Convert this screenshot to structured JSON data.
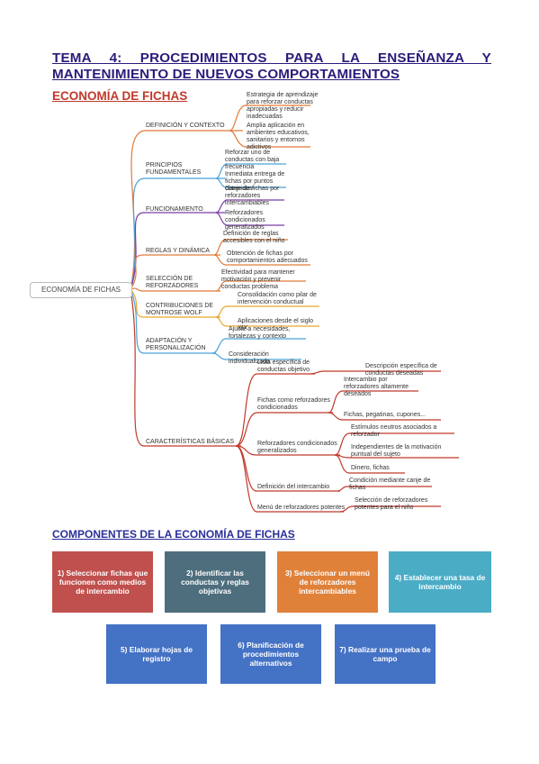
{
  "title": {
    "line1": "TEMA 4: PROCEDIMIENTOS PARA LA ENSEÑANZA Y",
    "line2": "MANTENIMIENTO DE NUEVOS COMPORTAMIENTOS"
  },
  "section1_title": "ECONOMÍA DE FICHAS",
  "section2_title": "COMPONENTES DE LA ECONOMÍA DE FICHAS",
  "mindmap": {
    "root": "ECONOMÍA DE FICHAS",
    "branches": [
      {
        "label": "DEFINICIÓN Y CONTEXTO",
        "color": "#e07b39",
        "leaves": [
          "Estrategia de aprendizaje para reforzar conductas apropiadas y reducir inadecuadas",
          "Amplia aplicación en ambientes educativos, sanitarios y entornos adictivos"
        ]
      },
      {
        "label": "PRINCIPIOS FUNDAMENTALES",
        "color": "#4aa3d8",
        "leaves": [
          "Reforzar uno de conductas con baja frecuencia",
          "Inmediata entrega de fichas por puntos obtenidos"
        ]
      },
      {
        "label": "FUNCIONAMIENTO",
        "color": "#7b3fa8",
        "leaves": [
          "Canje de fichas por reforzadores intercambiables",
          "Reforzadores condicionados generalizados"
        ]
      },
      {
        "label": "REGLAS Y DINÁMICA",
        "color": "#e07b39",
        "leaves": [
          "Definición de reglas accesibles con el niño",
          "Obtención de fichas por comportamientos adecuados"
        ]
      },
      {
        "label": "SELECCIÓN DE REFORZADORES",
        "color": "#e07b39",
        "leaves": [
          "Efectividad para mantener motivación y prevenir conductas problema"
        ]
      },
      {
        "label": "CONTRIBUCIONES DE MONTROSE WOLF",
        "color": "#e8a62a",
        "leaves": [
          "Consolidación como pilar de intervención conductual",
          "Aplicaciones desde el siglo XIX"
        ]
      },
      {
        "label": "ADAPTACIÓN Y PERSONALIZACIÓN",
        "color": "#4aa3d8",
        "leaves": [
          "Ajuste a necesidades, fortalezas y contexto",
          "Consideración individualizada"
        ]
      },
      {
        "label": "CARACTERÍSTICAS BÁSICAS",
        "color": "#c0392b",
        "subs": [
          {
            "label": "Lista específica de conductas objetivo",
            "leaves": [
              "Descripción específica de conductas deseadas"
            ]
          },
          {
            "label": "Fichas como reforzadores condicionados",
            "leaves": [
              "Intercambio por reforzadores altamente deseados",
              "Fichas, pegatinas, cupones..."
            ]
          },
          {
            "label": "Reforzadores condicionados generalizados",
            "leaves": [
              "Estímulos neutros asociados a reforzador",
              "Independientes de la motivación puntual del sujeto",
              "Dinero, fichas"
            ]
          },
          {
            "label": "Definición del intercambio",
            "leaves": [
              "Condición mediante canje de fichas"
            ]
          },
          {
            "label": "Menú de reforzadores potentes",
            "leaves": [
              "Selección de reforzadores potentes para el niño"
            ]
          }
        ]
      }
    ]
  },
  "components": [
    {
      "label": "1) Seleccionar fichas que funcionen como medios de intercambio",
      "color": "#c0504d"
    },
    {
      "label": "2) Identificar las conductas y reglas objetivas",
      "color": "#4e6e7e"
    },
    {
      "label": "3) Seleccionar un menú de reforzadores intercambiables",
      "color": "#e0813a"
    },
    {
      "label": "4) Establecer una tasa de intercambio",
      "color": "#4bacc6"
    },
    {
      "label": "5) Elaborar hojas de registro",
      "color": "#4472c4"
    },
    {
      "label": "6) Planificación de procedimientos alternativos",
      "color": "#4472c4"
    },
    {
      "label": "7) Realizar una prueba de campo",
      "color": "#4472c4"
    }
  ]
}
